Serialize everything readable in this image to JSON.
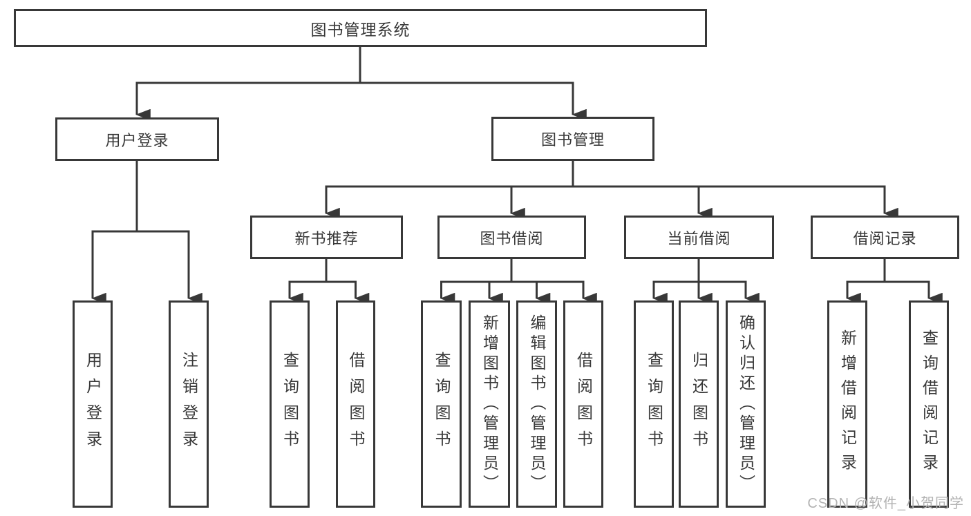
{
  "diagram": {
    "title": "图书管理系统",
    "root": {
      "label": "图书管理系统"
    },
    "level2": {
      "user_login": {
        "label": "用户登录"
      },
      "book_mgmt": {
        "label": "图书管理"
      }
    },
    "level3": {
      "new_book_rec": {
        "label": "新书推荐"
      },
      "book_borrow": {
        "label": "图书借阅"
      },
      "current_borrow": {
        "label": "当前借阅"
      },
      "borrow_record": {
        "label": "借阅记录"
      }
    },
    "leaves": {
      "user_login_1": {
        "label": "用户登录"
      },
      "user_login_2": {
        "label": "注销登录"
      },
      "new_book_1": {
        "label": "查询图书"
      },
      "new_book_2": {
        "label": "借阅图书"
      },
      "book_borrow_1": {
        "label": "查询图书"
      },
      "book_borrow_2": {
        "label": "新增图书（管理员）"
      },
      "book_borrow_3": {
        "label": "编辑图书（管理员）"
      },
      "book_borrow_4": {
        "label": "借阅图书"
      },
      "current_borrow_1": {
        "label": "查询图书"
      },
      "current_borrow_2": {
        "label": "归还图书"
      },
      "current_borrow_3": {
        "label": "确认归还（管理员）"
      },
      "borrow_record_1": {
        "label": "新增借阅记录"
      },
      "borrow_record_2": {
        "label": "查询借阅记录"
      }
    }
  },
  "watermark": "CSDN @软件_小贺同学",
  "colors": {
    "line": "#383838",
    "text": "#383838",
    "background": "#ffffff",
    "watermark": "#b3b3b3"
  }
}
